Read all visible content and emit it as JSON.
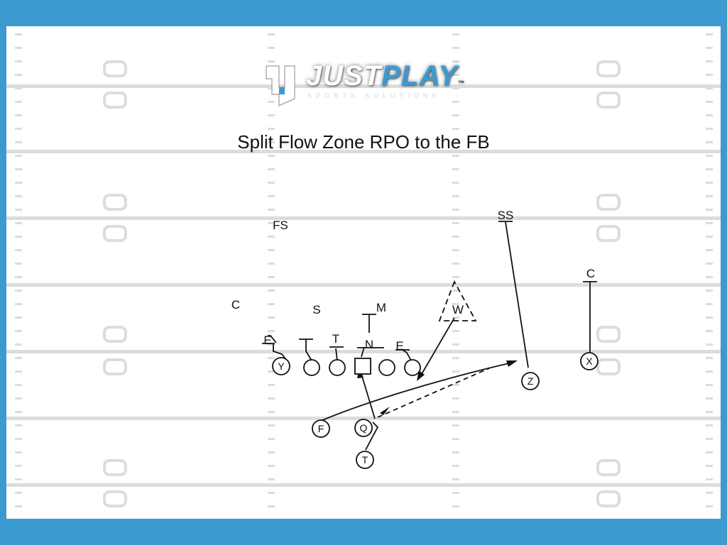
{
  "logo": {
    "title_a": "JUST",
    "title_b": "PLAY",
    "subtitle": "SPORTS SOLUTIONS",
    "trademark": "™",
    "accent_color": "#3d9ad1"
  },
  "play_title": "Split Flow Zone RPO to the FB",
  "colors": {
    "frame": "#3d9ad1",
    "field": "#ffffff",
    "yard_line": "#dcdcdc",
    "ink": "#111111"
  },
  "defense": {
    "free_safety": "FS",
    "strong_safety": "SS",
    "corner_left": "C",
    "corner_right": "C",
    "sam": "S",
    "mike": "M",
    "will": "W",
    "end_left": "E",
    "tackle": "T",
    "nose": "N",
    "end_right": "E"
  },
  "offense": {
    "tight_end": "Y",
    "fullback": "F",
    "quarterback": "Q",
    "tailback": "T",
    "slot": "Z",
    "split_end": "X"
  }
}
